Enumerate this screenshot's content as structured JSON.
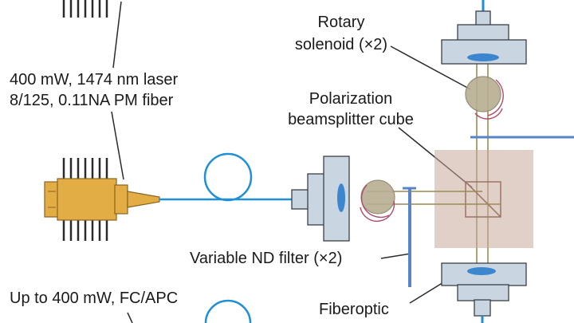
{
  "labels": {
    "laser_line1": "400 mW, 1474 nm laser",
    "laser_line2": "8/125, 0.11NA PM fiber",
    "rotary_line1": "Rotary",
    "rotary_line2": "solenoid (×2)",
    "pbs_line1": "Polarization",
    "pbs_line2": "beamsplitter cube",
    "nd_filter": "Variable ND filter (×2)",
    "bottom_laser": "Up to 400 mW, FC/APC",
    "fiberoptic": "Fiberoptic"
  },
  "colors": {
    "fiber": "#1f8fd6",
    "laser_body": "#e2ad44",
    "mount": "#c9d6e2",
    "mount_stroke": "#3a3f48",
    "beam": "#9b8a55",
    "pbs_box": "#c8a999",
    "filter": "#5a84c8",
    "solenoid": "#b8ae93",
    "solenoid_arc": "#b04a6a",
    "lens": "#3c86cf"
  },
  "icons": [
    "laser-diode-icon",
    "fiber-coil-icon",
    "collimator-icon",
    "rotary-solenoid-icon",
    "nd-filter-icon",
    "beamsplitter-cube-icon",
    "fiber-coupler-icon"
  ]
}
